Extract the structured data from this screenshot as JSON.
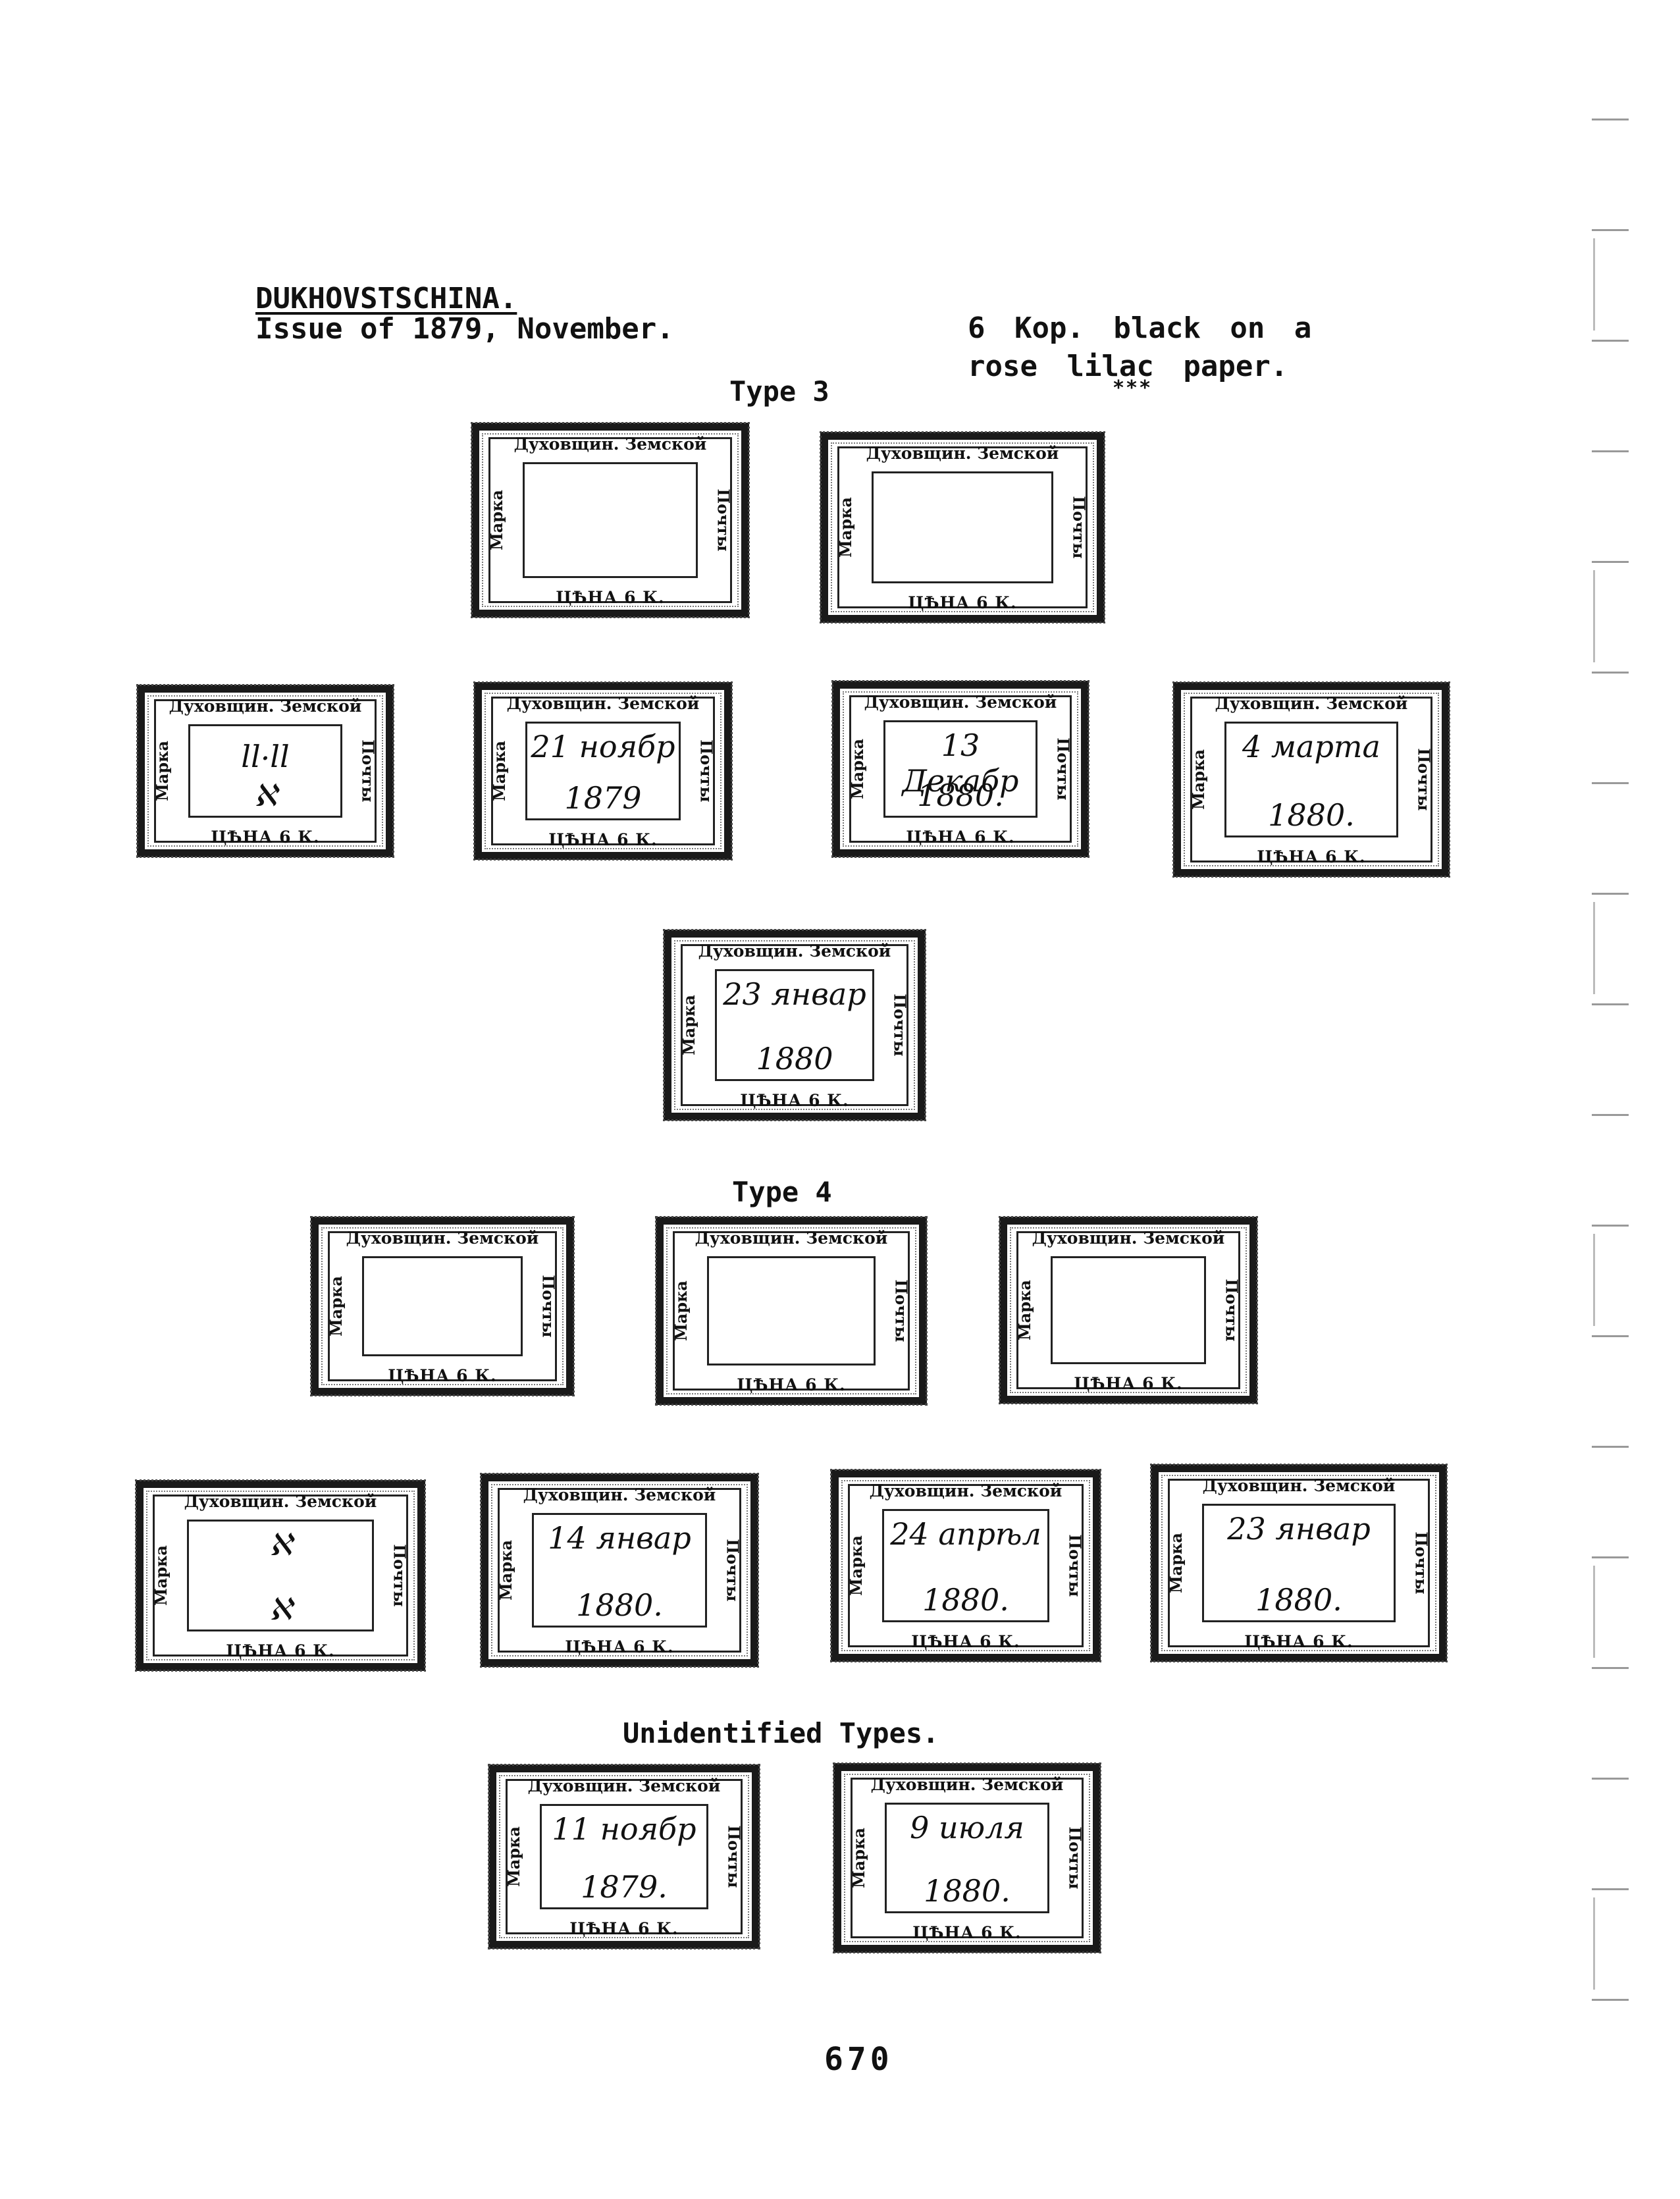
{
  "header": {
    "title": "DUKHOVSTSCHINA.",
    "issue": "Issue of 1879, November.",
    "desc_line1": "6 Kop. black on a",
    "desc_line2": "rose lilac paper.",
    "stars": "***"
  },
  "sections": {
    "type3": "Type 3",
    "type4": "Type 4",
    "unidentified": "Unidentified Types."
  },
  "stamp_text": {
    "top": "Духовщин. Земской",
    "left": "Марка",
    "right": "Почты",
    "bottom": "ЦѢНА 6 К."
  },
  "stamps": [
    {
      "section": "type3",
      "l1": "",
      "l2": ""
    },
    {
      "section": "type3",
      "l1": "",
      "l2": ""
    },
    {
      "section": "type3",
      "l1": "ꞁꞁ.ꞁꞁ",
      "l2": "ℵ"
    },
    {
      "section": "type3",
      "l1": "21 ноябр",
      "l2": "1879"
    },
    {
      "section": "type3",
      "l1": "13 Декабр",
      "l2": "1880."
    },
    {
      "section": "type3",
      "l1": "4 марта",
      "l2": "1880."
    },
    {
      "section": "type3",
      "l1": "23 январ",
      "l2": "1880"
    },
    {
      "section": "type4",
      "l1": "",
      "l2": ""
    },
    {
      "section": "type4",
      "l1": "",
      "l2": ""
    },
    {
      "section": "type4",
      "l1": "",
      "l2": ""
    },
    {
      "section": "type4",
      "l1": "ℵ",
      "l2": "ℵ"
    },
    {
      "section": "type4",
      "l1": "14 январ",
      "l2": "1880."
    },
    {
      "section": "type4",
      "l1": "24 апрѣл",
      "l2": "1880."
    },
    {
      "section": "type4",
      "l1": "23 январ",
      "l2": "1880."
    },
    {
      "section": "unidentified",
      "l1": "11 ноябр",
      "l2": "1879."
    },
    {
      "section": "unidentified",
      "l1": "9 июля",
      "l2": "1880."
    }
  ],
  "page_number": "670"
}
